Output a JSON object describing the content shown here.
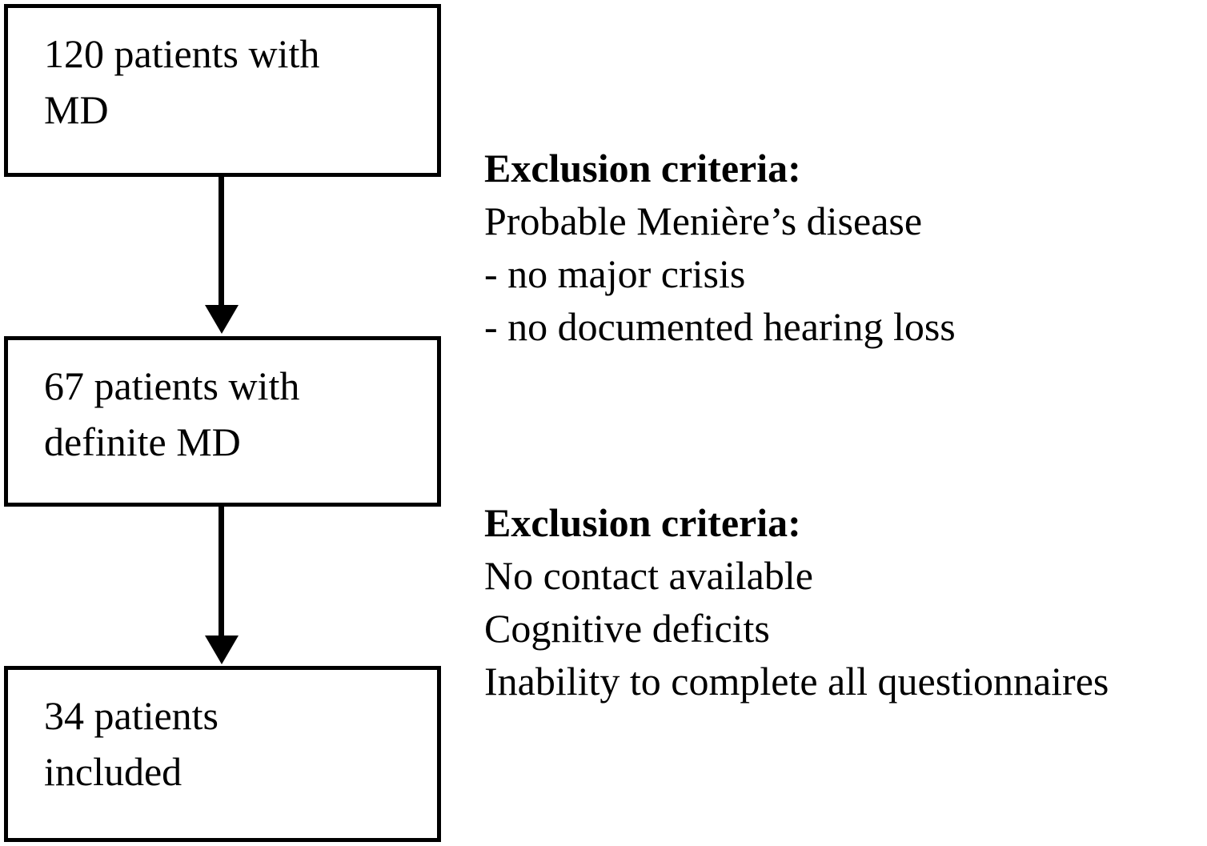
{
  "diagram": {
    "title": "patient-flow-diagram",
    "colors": {
      "line": "#000000",
      "text": "#000000",
      "background": "#ffffff"
    },
    "boxes": [
      {
        "id": "initial-cohort",
        "lines": [
          "120 patients with",
          "MD"
        ]
      },
      {
        "id": "definite-md",
        "lines": [
          "67 patients with",
          "definite MD"
        ]
      },
      {
        "id": "included",
        "lines": [
          "34 patients",
          "included"
        ]
      }
    ],
    "annotations": [
      {
        "heading": "Exclusion criteria:",
        "lines": [
          "Probable Menière’s disease",
          "- no major crisis",
          "- no documented hearing loss"
        ]
      },
      {
        "heading": "Exclusion criteria:",
        "lines": [
          "No contact available",
          "Cognitive deficits",
          "Inability to complete all questionnaires"
        ]
      }
    ]
  }
}
